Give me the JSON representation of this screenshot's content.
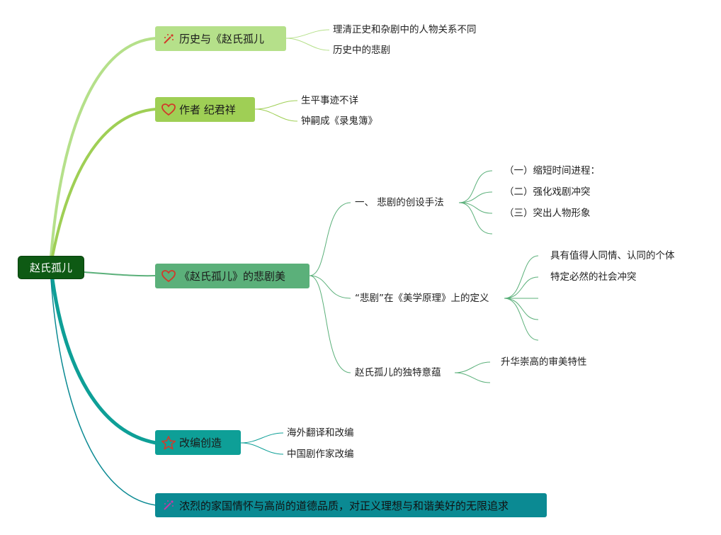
{
  "root": {
    "label": "赵氏孤儿"
  },
  "branches": [
    {
      "label": "历史与《赵氏孤儿",
      "icon": "sparkle-wand-icon",
      "color": "#b5e08a",
      "children": [
        "理清正史和杂剧中的人物关系不同",
        "历史中的悲剧"
      ]
    },
    {
      "label": "作者 纪君祥",
      "icon": "heart-icon",
      "color": "#9fcf55",
      "children": [
        "生平事迹不详",
        "钟嗣成《录鬼簿》"
      ]
    },
    {
      "label": "《赵氏孤儿》的悲剧美",
      "icon": "heart-icon",
      "color": "#5bb07a",
      "children": [
        {
          "label": "一、 悲剧的创设手法",
          "children": [
            "（一）缩短时间进程：",
            "（二）强化戏剧冲突",
            "（三）突出人物形象",
            ""
          ]
        },
        {
          "label": "“悲剧”在《美学原理》上的定义",
          "children": [
            "具有值得人同情、认同的个体",
            "特定必然的社会冲突",
            "",
            "",
            ""
          ]
        },
        {
          "label": "赵氏孤儿的独特意蕴",
          "children": [
            "升华崇高的审美特性",
            ""
          ]
        }
      ]
    },
    {
      "label": "改编创造",
      "icon": "star-icon",
      "color": "#0e9f97",
      "children": [
        "海外翻译和改编",
        "中国剧作家改编"
      ]
    },
    {
      "label": "浓烈的家国情怀与高尚的道德品质，对正义理想与和谐美好的无限追求",
      "icon": "sparkle-wand-icon",
      "color": "#0b8a93",
      "children": []
    }
  ],
  "colors": {
    "root": "#0e5a14",
    "line_history": "#b5e08a",
    "line_author": "#9fcf55",
    "line_tragedy": "#5bb07a",
    "line_adapt": "#0e9f97",
    "line_patriot": "#0b8a93",
    "icon_red": "#d23a2a"
  }
}
